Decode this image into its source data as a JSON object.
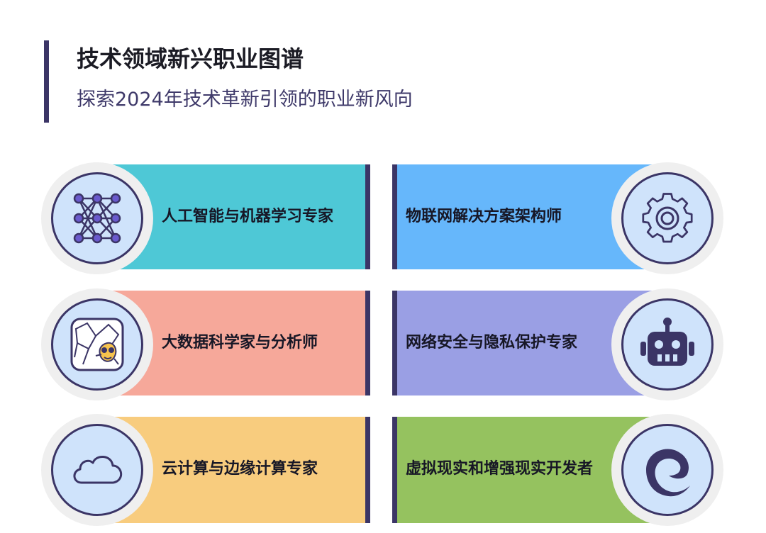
{
  "header": {
    "title": "技术领域新兴职业图谱",
    "subtitle": "探索2024年技术革新引领的职业新风向"
  },
  "careers": [
    {
      "label": "人工智能与机器学习专家",
      "icon": "neural-network-icon",
      "color": "#4ec8d6"
    },
    {
      "label": "物联网解决方案架构师",
      "icon": "gear-icon",
      "color": "#66b7fb"
    },
    {
      "label": "大数据科学家与分析师",
      "icon": "data-illustration-icon",
      "color": "#f6a89a"
    },
    {
      "label": "网络安全与隐私保护专家",
      "icon": "robot-icon",
      "color": "#9a9fe4"
    },
    {
      "label": "云计算与边缘计算专家",
      "icon": "cloud-icon",
      "color": "#f8cc7e"
    },
    {
      "label": "虚拟现实和增强现实开发者",
      "icon": "edge-browser-icon",
      "color": "#95c25f"
    }
  ],
  "colors": {
    "accent": "#3b3566",
    "circle_fill": "#cfe3fb",
    "ring": "#efefef"
  }
}
